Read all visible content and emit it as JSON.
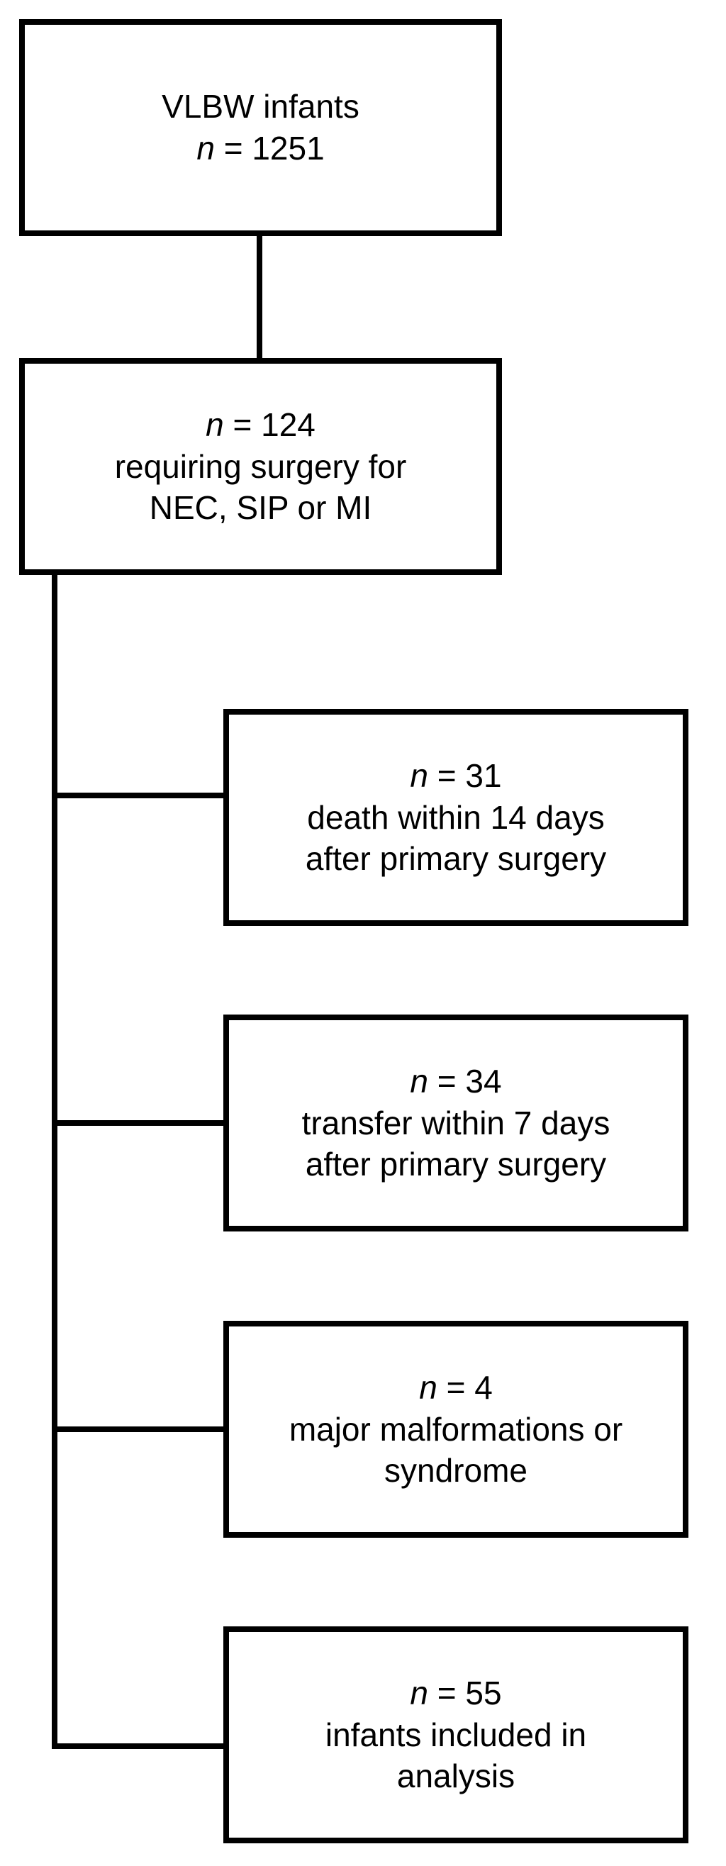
{
  "flowchart": {
    "boxes": [
      {
        "lines": [
          "VLBW infants",
          "= 1251"
        ],
        "n_prefix": "n"
      },
      {
        "lines": [
          "= 124",
          "requiring surgery for",
          "NEC, SIP or MI"
        ],
        "n_prefix": "n"
      },
      {
        "lines": [
          "= 31",
          "death within 14 days",
          "after primary surgery"
        ],
        "n_prefix": "n"
      },
      {
        "lines": [
          "= 34",
          "transfer within 7 days",
          "after primary surgery"
        ],
        "n_prefix": "n"
      },
      {
        "lines": [
          "= 4",
          "major malformations or",
          "syndrome"
        ],
        "n_prefix": "n"
      },
      {
        "lines": [
          "= 55",
          "infants included in",
          "analysis"
        ],
        "n_prefix": "n"
      }
    ]
  },
  "colors": {
    "border": "#000000",
    "background": "#ffffff",
    "text": "#000000"
  }
}
